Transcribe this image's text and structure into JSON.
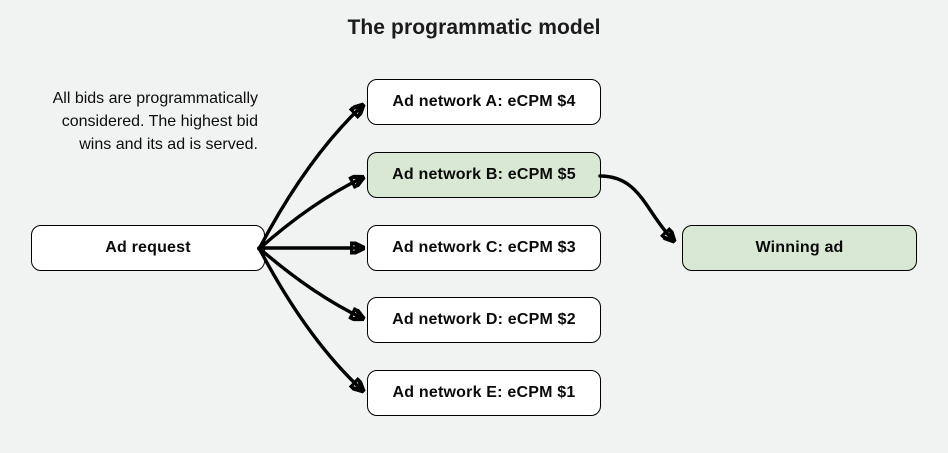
{
  "title": "The programmatic model",
  "intro": {
    "lines": [
      "All bids are programmatically",
      "considered. The highest bid",
      "wins and its ad is served."
    ]
  },
  "nodes": {
    "request": {
      "label": "Ad request"
    },
    "networks": [
      {
        "label": "Ad network A: eCPM $4",
        "highlight": false
      },
      {
        "label": "Ad network B: eCPM $5",
        "highlight": true
      },
      {
        "label": "Ad network C: eCPM $3",
        "highlight": false
      },
      {
        "label": "Ad network D: eCPM $2",
        "highlight": false
      },
      {
        "label": "Ad network E: eCPM $1",
        "highlight": false
      }
    ],
    "winner": {
      "label": "Winning ad"
    }
  },
  "colors": {
    "background": "#f1f2f2",
    "highlight_green": "#d9e8d3",
    "box_fill": "#ffffff",
    "stroke": "#000000"
  }
}
